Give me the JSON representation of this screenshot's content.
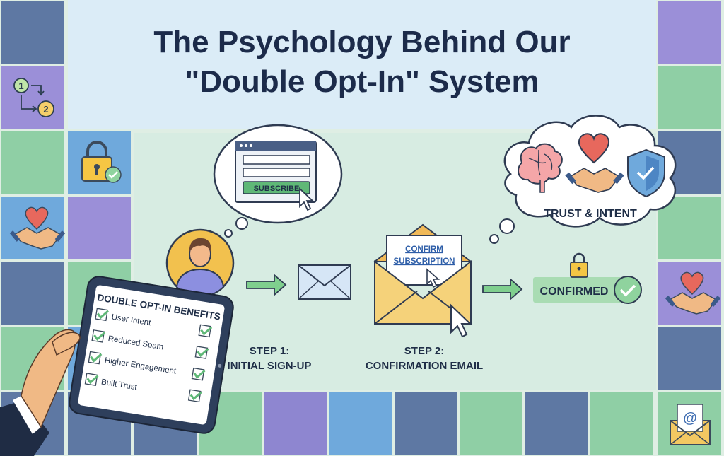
{
  "title": {
    "line1": "The Psychology Behind Our",
    "line2": "\"Double Opt-In\" System"
  },
  "signup_form": {
    "button_label": "SUBSCRIBE"
  },
  "steps": [
    {
      "line1": "STEP 1:",
      "line2": "INITIAL SIGN-UP"
    },
    {
      "line1": "STEP 2:",
      "line2": "CONFIRMATION EMAIL"
    }
  ],
  "confirm_card": {
    "line1": "CONFIRM",
    "line2": "SUBSCRIPTION"
  },
  "confirmed_badge": {
    "label": "CONFIRMED"
  },
  "thought_bubble": {
    "label": "TRUST & INTENT"
  },
  "tablet": {
    "title": "DOUBLE OPT-IN BENEFITS",
    "items": [
      "User Intent",
      "Reduced Spam",
      "Higher Engagement",
      "Built Trust"
    ]
  },
  "workflow_icon": {
    "step_a": "1",
    "step_b": "2"
  },
  "email_icon": {
    "symbol": "@"
  },
  "colors": {
    "navy": "#5e78a3",
    "purple": "#9b8fd8",
    "green": "#8fcfa5",
    "blue": "#6fa9dc",
    "title_text": "#1c2b4a",
    "check_green": "#5fb877",
    "envelope_yellow": "#f5d27a"
  },
  "icons": [
    "workflow-steps-icon",
    "padlock-check-icon",
    "heart-handshake-icon",
    "user-avatar-icon",
    "envelope-icon",
    "open-envelope-icon",
    "cursor-icon",
    "brain-icon",
    "heart-icon",
    "handshake-icon",
    "shield-check-icon",
    "lock-icon",
    "check-circle-icon",
    "email-at-icon",
    "arrow-icon"
  ]
}
